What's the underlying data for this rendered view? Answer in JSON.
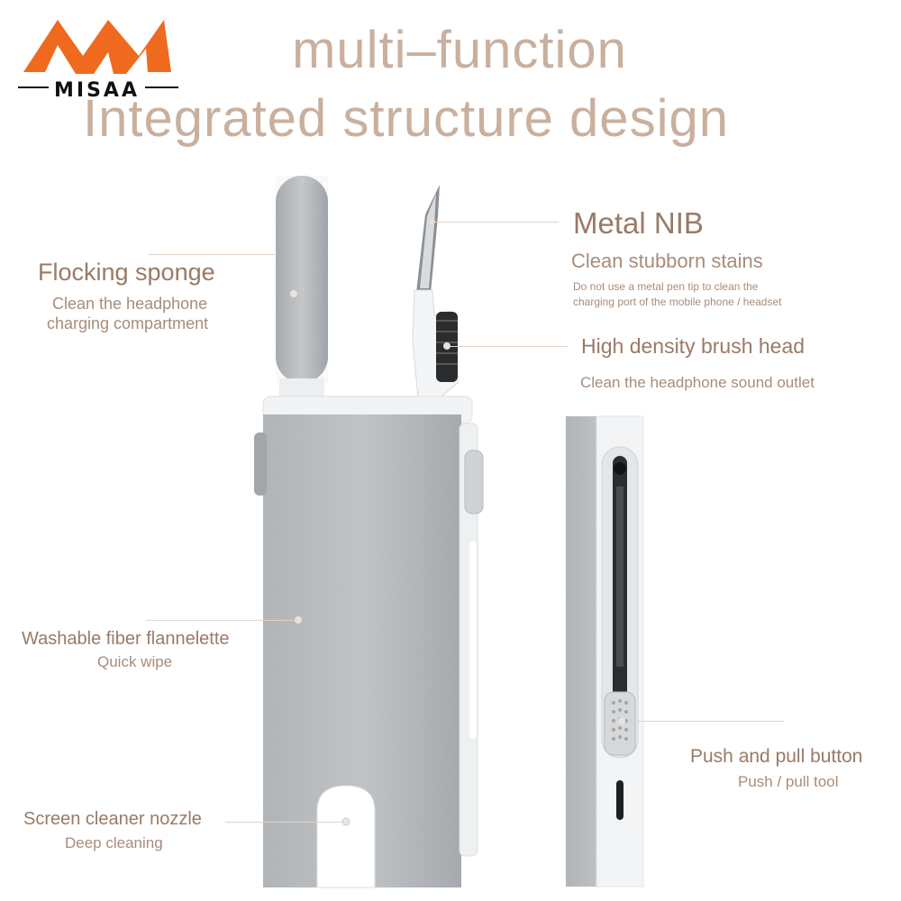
{
  "brand": {
    "name": "MISAA",
    "color": "#ef6a1f"
  },
  "header": {
    "line1": "multi–function",
    "line2": "Integrated structure design",
    "color": "#c9b09e"
  },
  "features": {
    "flocking": {
      "title": "Flocking sponge",
      "desc_line1": "Clean the headphone",
      "desc_line2": "charging compartment"
    },
    "nib": {
      "title": "Metal NIB",
      "subtitle": "Clean stubborn stains",
      "note_line1": "Do not use a metal pen tip to clean the",
      "note_line2": "charging port of the mobile phone / headset"
    },
    "brush": {
      "title": "High density brush head",
      "desc": "Clean the headphone sound outlet"
    },
    "flannel": {
      "title": "Washable fiber flannelette",
      "desc": "Quick wipe"
    },
    "push": {
      "title": "Push and pull button",
      "desc": "Push / pull tool"
    },
    "nozzle": {
      "title": "Screen cleaner nozzle",
      "desc": "Deep cleaning"
    }
  },
  "colors": {
    "body_gray": "#b9bcbf",
    "label_brown": "#9a7a66",
    "leader_line": "#e3d3c7"
  }
}
